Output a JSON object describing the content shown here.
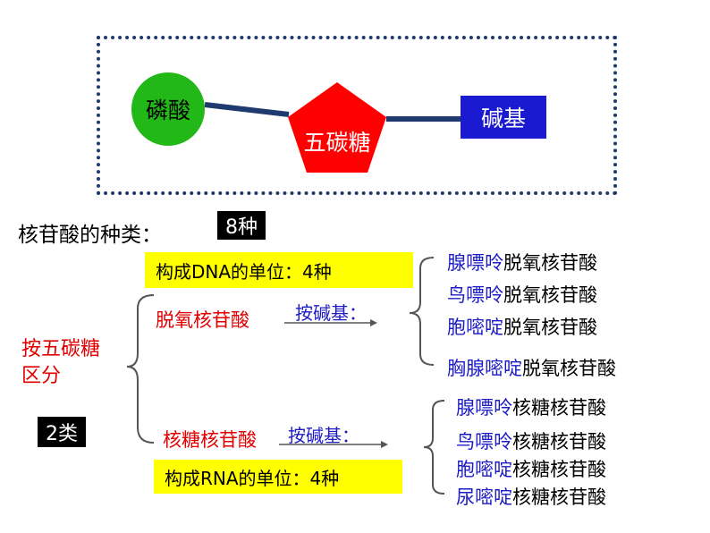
{
  "structure": {
    "phosphate": "磷酸",
    "sugar": "五碳糖",
    "base": "碱基"
  },
  "types": {
    "title": "核苷酸的种类：",
    "count": "8种",
    "classify_label": "按五碳糖区分",
    "classify_line1": "按五碳糖",
    "classify_line2": "区分",
    "two_types": "2类"
  },
  "dna": {
    "unit": "构成DNA的单位：4种",
    "name": "脱氧核苷酸",
    "by_base": "按碱基：",
    "items": [
      {
        "prefix": "腺嘌呤",
        "suffix": "脱氧核苷酸"
      },
      {
        "prefix": "鸟嘌呤",
        "suffix": "脱氧核苷酸"
      },
      {
        "prefix": "胞嘧啶",
        "suffix": "脱氧核苷酸"
      },
      {
        "prefix": "胸腺嘧啶",
        "suffix": "脱氧核苷酸"
      }
    ]
  },
  "rna": {
    "unit": "构成RNA的单位：4种",
    "name": "核糖核苷酸",
    "by_base": "按碱基：",
    "items": [
      {
        "prefix": "腺嘌呤",
        "suffix": "核糖核苷酸"
      },
      {
        "prefix": "鸟嘌呤",
        "suffix": "核糖核苷酸"
      },
      {
        "prefix": "胞嘧啶",
        "suffix": "核糖核苷酸"
      },
      {
        "prefix": "尿嘧啶",
        "suffix": "核糖核苷酸"
      }
    ]
  },
  "colors": {
    "phosphate": "#22b818",
    "sugar": "#ff0000",
    "base": "#1a1ad0",
    "highlight": "#ffff00",
    "frame": "#1f3a6e"
  }
}
